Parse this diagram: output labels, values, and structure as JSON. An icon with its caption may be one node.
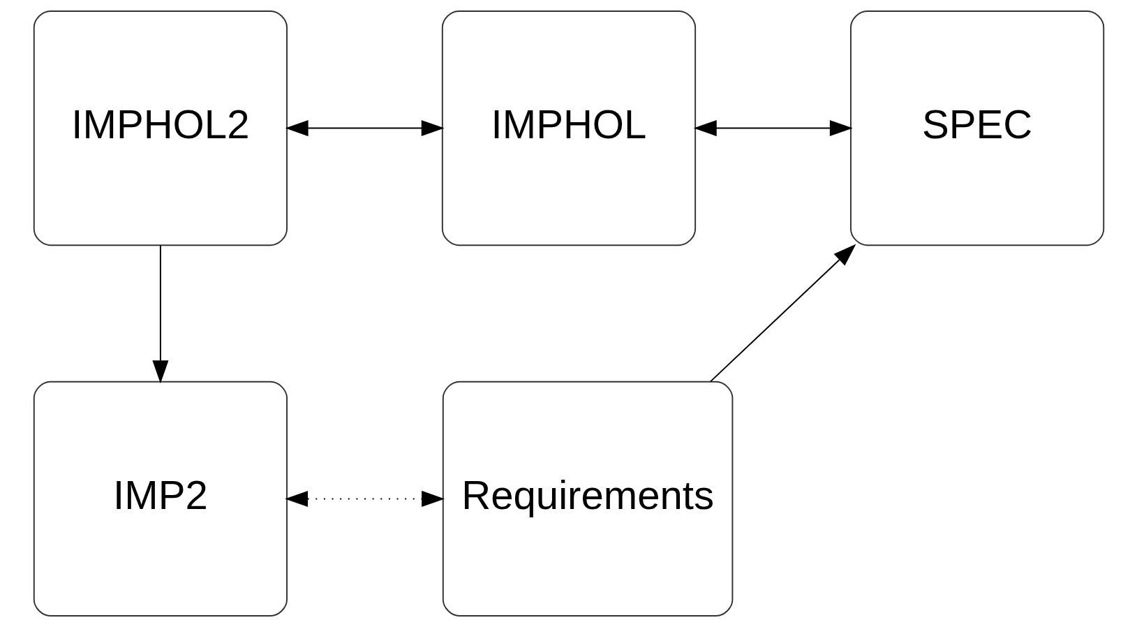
{
  "diagram": {
    "nodes": [
      {
        "text": [
          "IMPHOL2"
        ]
      },
      {
        "text": [
          "IMPHOL"
        ]
      },
      {
        "text": [
          "SPEC"
        ]
      },
      {
        "text": [
          "IMP2"
        ]
      },
      {
        "text": [
          "Requirements"
        ]
      }
    ],
    "edges": [
      {
        "from": 0,
        "to": 1,
        "arrow": "both"
      },
      {
        "from": 1,
        "to": 2,
        "arrow": "both"
      },
      {
        "from": 0,
        "to": 3,
        "arrow": "to"
      },
      {
        "from": 4,
        "to": 2,
        "arrow": "to"
      },
      {
        "from": 3,
        "to": 4,
        "arrow": "both",
        "style": "dashed"
      }
    ]
  }
}
